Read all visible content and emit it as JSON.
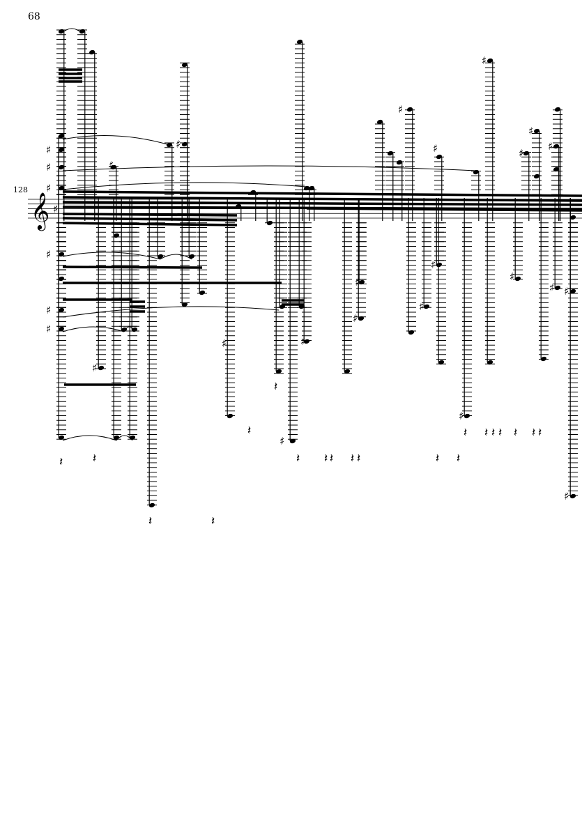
{
  "page": {
    "number": "68"
  },
  "system": {
    "measure_number": "128",
    "clef": "treble"
  },
  "colors": {
    "ink": "#000000",
    "paper": "#ffffff"
  }
}
